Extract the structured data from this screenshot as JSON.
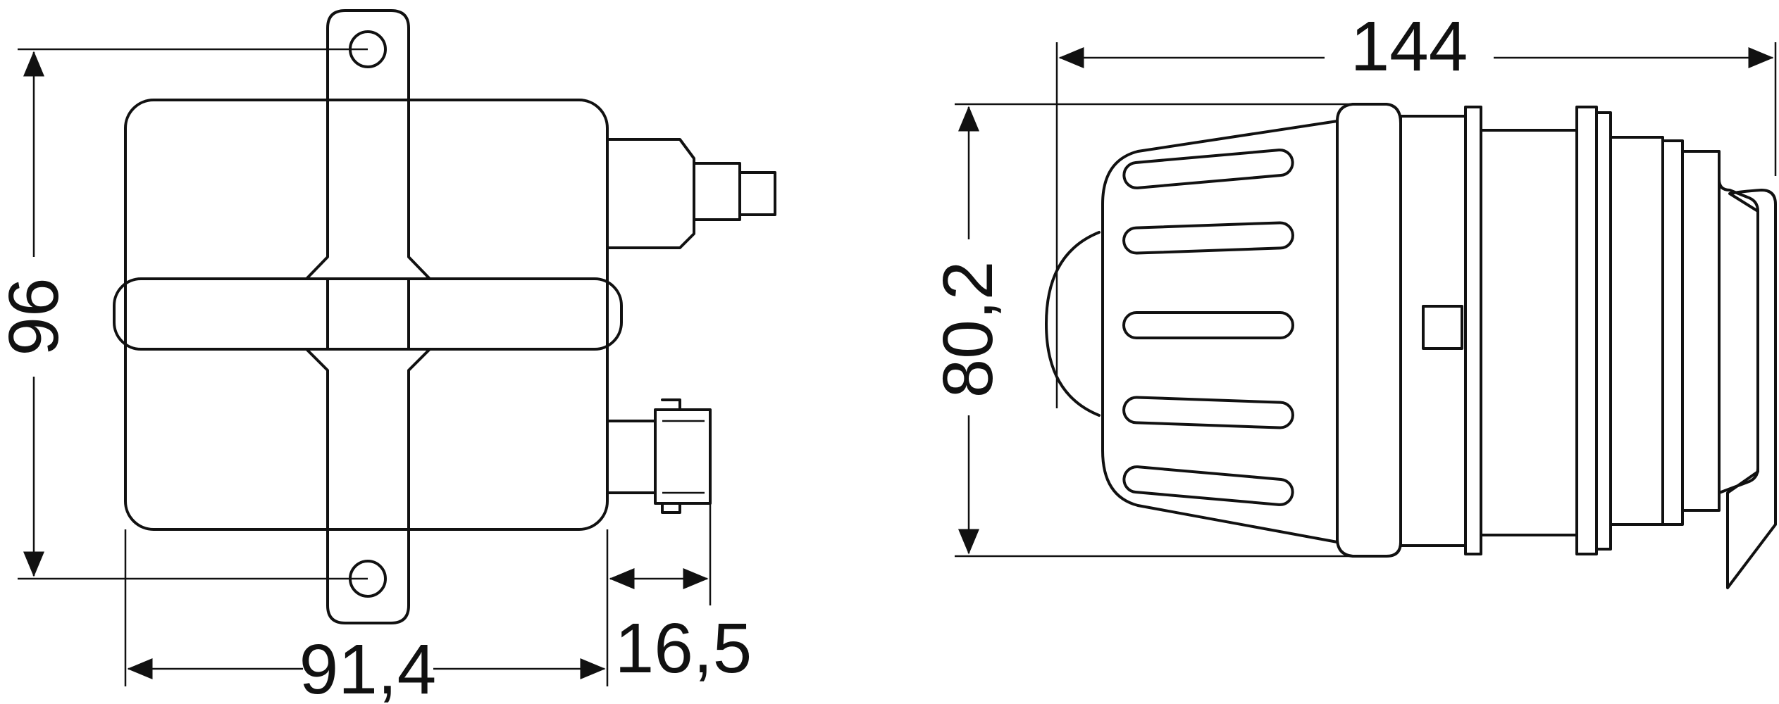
{
  "drawing": {
    "front_view": {
      "height_label": "96",
      "width_label": "91,4",
      "connector_label": "16,5"
    },
    "side_view": {
      "length_label": "144",
      "diameter_label": "80,2"
    }
  },
  "colors": {
    "line": "#111111",
    "background": "#ffffff"
  }
}
